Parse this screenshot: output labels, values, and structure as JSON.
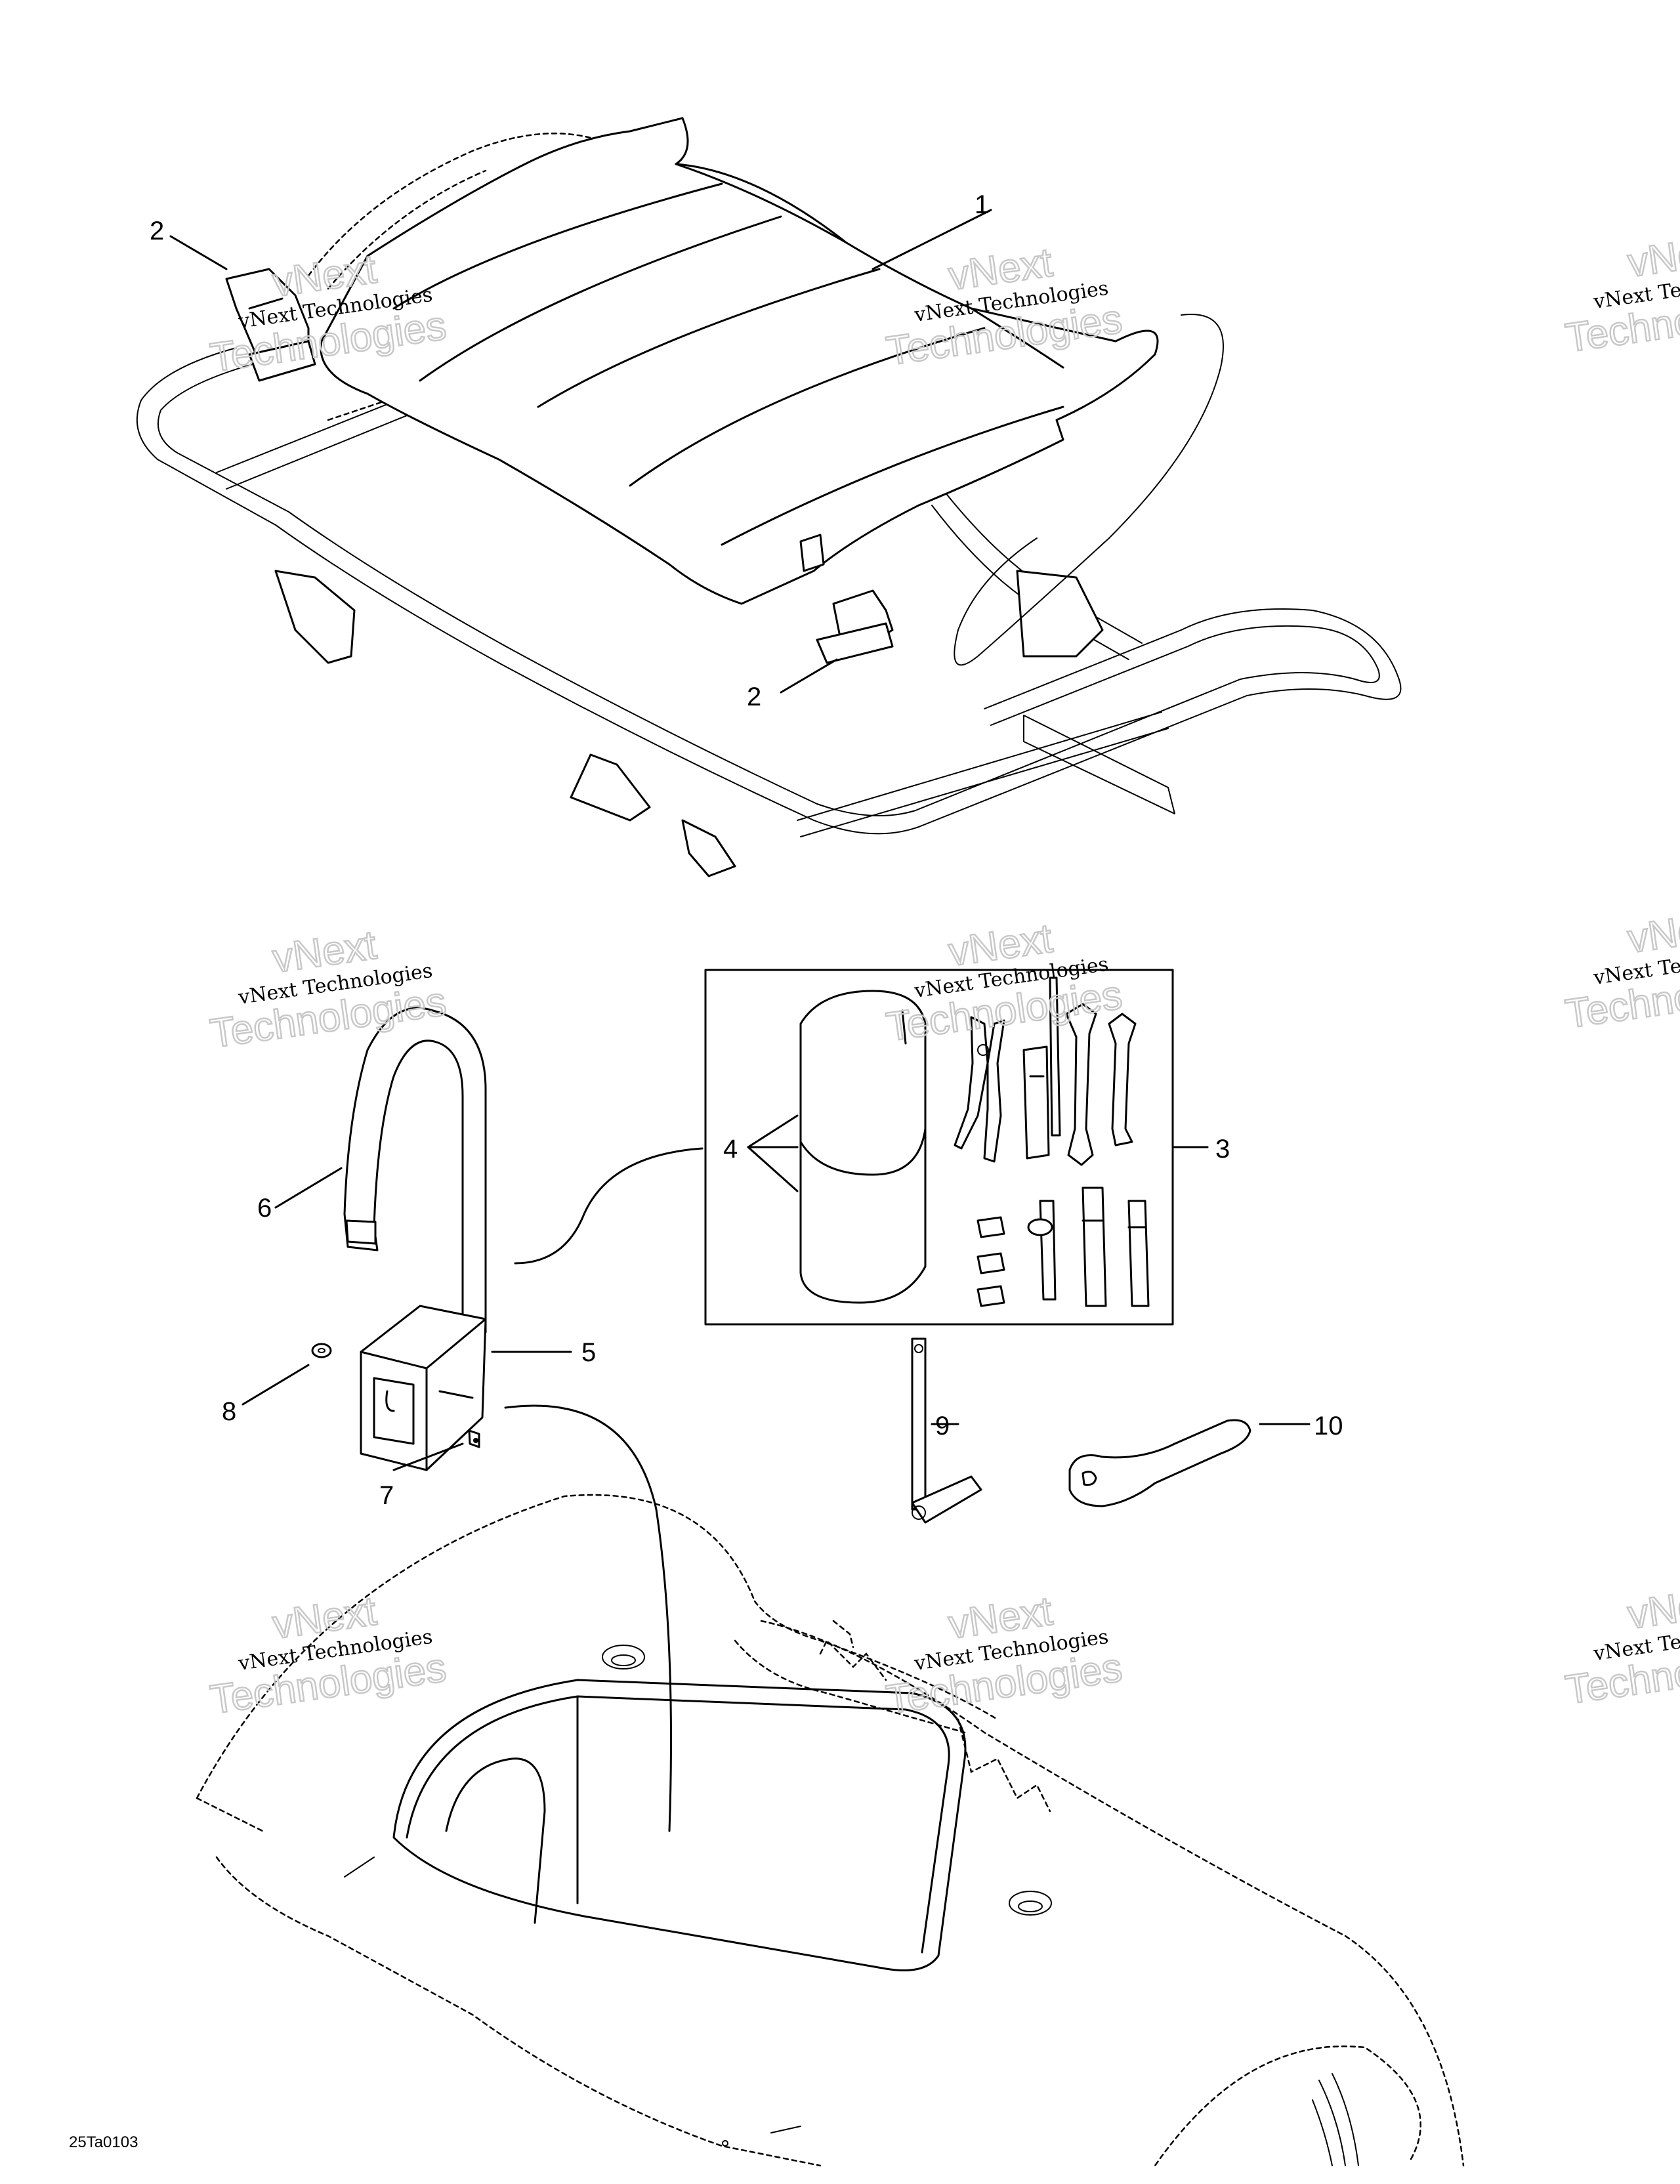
{
  "callouts": [
    "1",
    "2",
    "2",
    "3",
    "4",
    "5",
    "6",
    "7",
    "8",
    "9",
    "10"
  ],
  "watermark": {
    "line1": "vNext",
    "line2": "vNext Technologies",
    "line3": "Technologies"
  },
  "figure_id": "25Ta0103",
  "colors": {
    "line": "#000000",
    "watermark_outline": "#c8c8c8",
    "background": "#ffffff"
  }
}
